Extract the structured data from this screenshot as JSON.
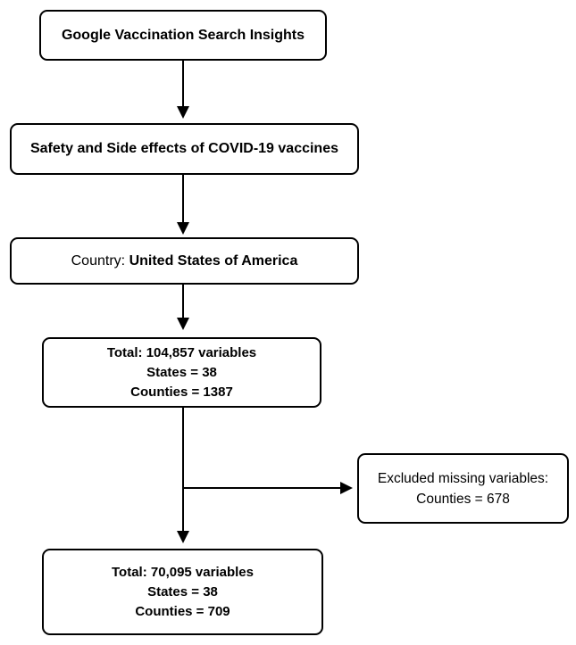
{
  "diagram": {
    "title_semantic": "Google Vaccination Search Insights data selection flowchart",
    "source_box": {
      "label": "Google Vaccination Search Insights"
    },
    "topic_box": {
      "label": "Safety and Side effects of COVID-19 vaccines"
    },
    "country_box": {
      "prefix": "Country:",
      "value": "United States of America"
    },
    "total_before_box": {
      "lines": [
        "Total: 104,857 variables",
        "States = 38",
        "Counties = 1387"
      ]
    },
    "excluded_box": {
      "lines": [
        "Excluded missing variables:",
        "Counties = 678"
      ]
    },
    "total_after_box": {
      "lines": [
        "Total: 70,095 variables",
        "States = 38",
        "Counties = 709"
      ]
    }
  },
  "colors": {
    "border": "#000000",
    "text": "#000000",
    "background": "#ffffff"
  }
}
